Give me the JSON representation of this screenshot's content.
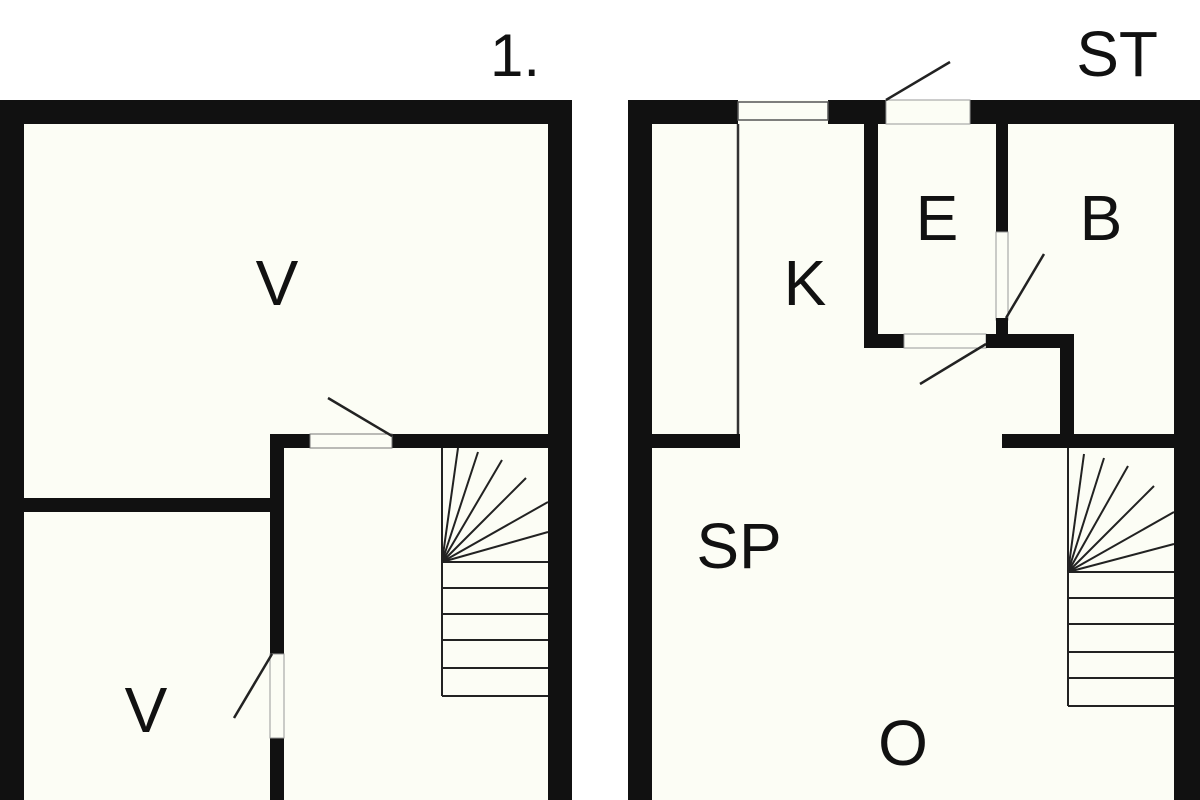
{
  "floors": [
    {
      "label": "1.",
      "rooms": [
        {
          "id": "upper-left",
          "label": "V"
        },
        {
          "id": "lower-left",
          "label": "V"
        }
      ]
    },
    {
      "label": "ST",
      "rooms": [
        {
          "id": "kitchen",
          "label": "K"
        },
        {
          "id": "entry",
          "label": "E"
        },
        {
          "id": "bathroom",
          "label": "B"
        },
        {
          "id": "dining",
          "label": "SP"
        },
        {
          "id": "living",
          "label": "O"
        }
      ]
    }
  ],
  "colors": {
    "floor": "#fcfdf5",
    "wall": "#111111",
    "line": "#222222",
    "background": "#ffffff"
  }
}
